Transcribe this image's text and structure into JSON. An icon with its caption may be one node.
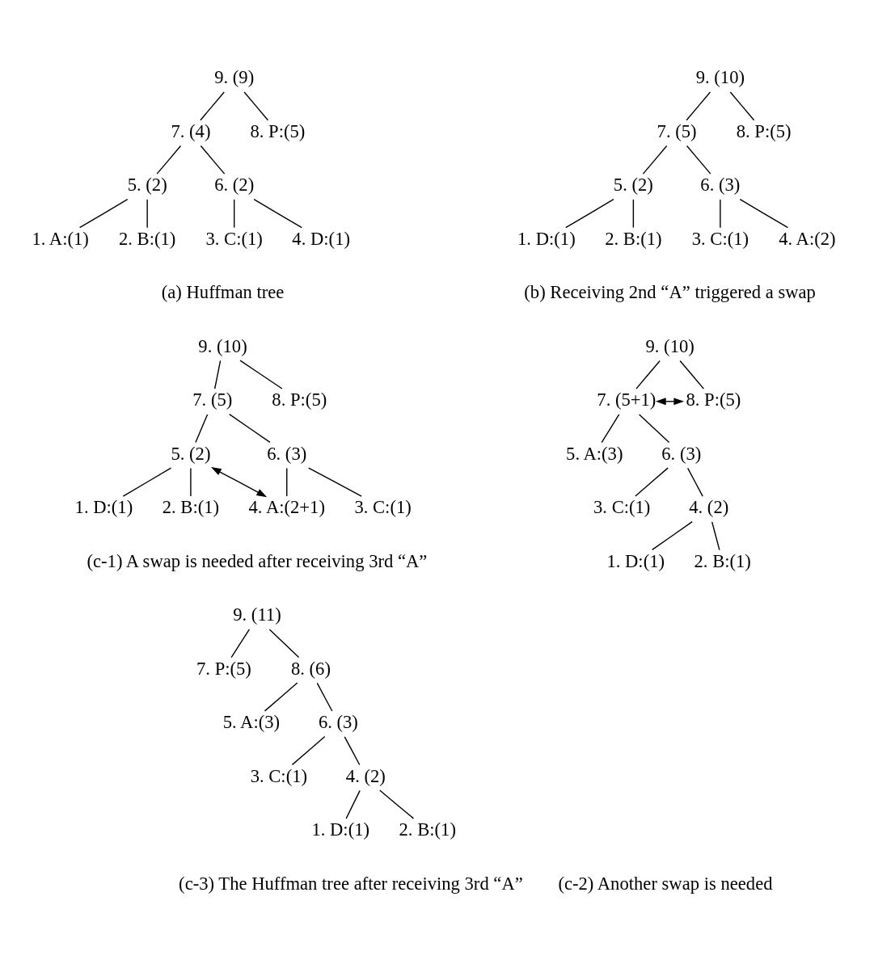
{
  "diagram": {
    "nodes": [
      {
        "text": [
          "9. (9)"
        ]
      },
      {
        "text": [
          "7. (4)"
        ]
      },
      {
        "text": [
          "8. P:(5)"
        ]
      },
      {
        "text": [
          "5. (2)"
        ]
      },
      {
        "text": [
          "6. (2)"
        ]
      },
      {
        "text": [
          "1. A:(1)"
        ]
      },
      {
        "text": [
          "2. B:(1)"
        ]
      },
      {
        "text": [
          "3. C:(1)"
        ]
      },
      {
        "text": [
          "4. D:(1)"
        ]
      },
      {
        "text": [
          "9. (10)"
        ]
      },
      {
        "text": [
          "7. (5)"
        ]
      },
      {
        "text": [
          "8. P:(5)"
        ]
      },
      {
        "text": [
          "5. (2)"
        ]
      },
      {
        "text": [
          "6. (3)"
        ]
      },
      {
        "text": [
          "1. D:(1)"
        ]
      },
      {
        "text": [
          "2. B:(1)"
        ]
      },
      {
        "text": [
          "3. C:(1)"
        ]
      },
      {
        "text": [
          "4. A:(2)"
        ]
      },
      {
        "text": [
          "9. (10)"
        ]
      },
      {
        "text": [
          "7. (5)"
        ]
      },
      {
        "text": [
          "8. P:(5)"
        ]
      },
      {
        "text": [
          "5. (2)"
        ]
      },
      {
        "text": [
          "6. (3)"
        ]
      },
      {
        "text": [
          "1. D:(1)"
        ]
      },
      {
        "text": [
          "2. B:(1)"
        ]
      },
      {
        "text": [
          "3. C:(1)"
        ]
      },
      {
        "text": [
          "4. A:(2+1)"
        ]
      },
      {
        "text": [
          "9. (10)"
        ]
      },
      {
        "text": [
          "7. (5+1)"
        ]
      },
      {
        "text": [
          "8. P:(5)"
        ]
      },
      {
        "text": [
          "5. A:(3)"
        ]
      },
      {
        "text": [
          "6. (3)"
        ]
      },
      {
        "text": [
          "3. C:(1)"
        ]
      },
      {
        "text": [
          "4. (2)"
        ]
      },
      {
        "text": [
          "1. D:(1)"
        ]
      },
      {
        "text": [
          "2. B:(1)"
        ]
      },
      {
        "text": [
          "9. (11)"
        ]
      },
      {
        "text": [
          "7. P:(5)"
        ]
      },
      {
        "text": [
          "8. (6)"
        ]
      },
      {
        "text": [
          "5. A:(3)"
        ]
      },
      {
        "text": [
          "6. (3)"
        ]
      },
      {
        "text": [
          "3. C:(1)"
        ]
      },
      {
        "text": [
          "4. (2)"
        ]
      },
      {
        "text": [
          "1. D:(1)"
        ]
      },
      {
        "text": [
          "2. B:(1)"
        ]
      }
    ],
    "edges": [
      {
        "from": 0,
        "to": 1,
        "arrow": "none"
      },
      {
        "from": 0,
        "to": 2,
        "arrow": "none"
      },
      {
        "from": 1,
        "to": 3,
        "arrow": "none"
      },
      {
        "from": 1,
        "to": 4,
        "arrow": "none"
      },
      {
        "from": 3,
        "to": 5,
        "arrow": "none"
      },
      {
        "from": 3,
        "to": 6,
        "arrow": "none"
      },
      {
        "from": 4,
        "to": 7,
        "arrow": "none"
      },
      {
        "from": 4,
        "to": 8,
        "arrow": "none"
      },
      {
        "from": 9,
        "to": 10,
        "arrow": "none"
      },
      {
        "from": 9,
        "to": 11,
        "arrow": "none"
      },
      {
        "from": 10,
        "to": 12,
        "arrow": "none"
      },
      {
        "from": 10,
        "to": 13,
        "arrow": "none"
      },
      {
        "from": 12,
        "to": 14,
        "arrow": "none"
      },
      {
        "from": 12,
        "to": 15,
        "arrow": "none"
      },
      {
        "from": 13,
        "to": 16,
        "arrow": "none"
      },
      {
        "from": 13,
        "to": 17,
        "arrow": "none"
      },
      {
        "from": 18,
        "to": 19,
        "arrow": "none"
      },
      {
        "from": 18,
        "to": 20,
        "arrow": "none"
      },
      {
        "from": 19,
        "to": 21,
        "arrow": "none"
      },
      {
        "from": 19,
        "to": 22,
        "arrow": "none"
      },
      {
        "from": 21,
        "to": 23,
        "arrow": "none"
      },
      {
        "from": 21,
        "to": 24,
        "arrow": "none"
      },
      {
        "from": 22,
        "to": 25,
        "arrow": "none"
      },
      {
        "from": 22,
        "to": 26,
        "arrow": "none"
      },
      {
        "from": 21,
        "to": 26,
        "arrow": "both"
      },
      {
        "from": 27,
        "to": 28,
        "arrow": "none"
      },
      {
        "from": 27,
        "to": 29,
        "arrow": "none"
      },
      {
        "from": 28,
        "to": 30,
        "arrow": "none"
      },
      {
        "from": 28,
        "to": 31,
        "arrow": "none"
      },
      {
        "from": 31,
        "to": 32,
        "arrow": "none"
      },
      {
        "from": 31,
        "to": 33,
        "arrow": "none"
      },
      {
        "from": 33,
        "to": 34,
        "arrow": "none"
      },
      {
        "from": 33,
        "to": 35,
        "arrow": "none"
      },
      {
        "from": 28,
        "to": 29,
        "arrow": "both"
      },
      {
        "from": 36,
        "to": 37,
        "arrow": "none"
      },
      {
        "from": 36,
        "to": 38,
        "arrow": "none"
      },
      {
        "from": 38,
        "to": 39,
        "arrow": "none"
      },
      {
        "from": 38,
        "to": 40,
        "arrow": "none"
      },
      {
        "from": 40,
        "to": 41,
        "arrow": "none"
      },
      {
        "from": 40,
        "to": 42,
        "arrow": "none"
      },
      {
        "from": 42,
        "to": 43,
        "arrow": "none"
      },
      {
        "from": 42,
        "to": 44,
        "arrow": "none"
      }
    ],
    "labels": [
      "(a) Huffman tree",
      "(b) Receiving 2nd “A” triggered a swap",
      "(c-1) A swap is needed after receiving 3rd “A”",
      "(c-2) Another swap is needed",
      "(c-3) The Huffman tree after receiving 3rd “A”"
    ]
  }
}
